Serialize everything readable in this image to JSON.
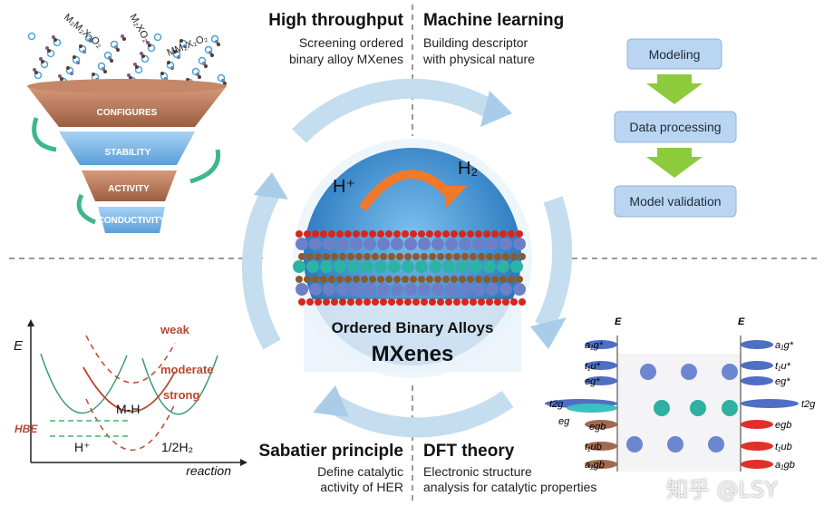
{
  "quadrants": {
    "top_left": {
      "title": "High throughput",
      "lines": [
        "Screening ordered",
        "binary alloy MXenes"
      ]
    },
    "top_right": {
      "title": "Machine learning",
      "lines": [
        "Building descriptor",
        "with physical nature"
      ]
    },
    "bottom_left": {
      "title": "Sabatier principle",
      "lines": [
        "Define catalytic",
        "activity of HER"
      ]
    },
    "bottom_right": {
      "title": "DFT theory",
      "lines": [
        "Electronic structure",
        "analysis for catalytic properties"
      ]
    }
  },
  "funnel": {
    "formulas": [
      "M₂M₂X₃O₂",
      "M₂XO₂",
      "MM₂X₂O₂"
    ],
    "layers": [
      "CONFIGURES",
      "STABILITY",
      "ACTIVITY",
      "CONDUCTIVITY"
    ]
  },
  "flowchart": {
    "steps": [
      "Modeling",
      "Data processing",
      "Model validation"
    ]
  },
  "center": {
    "h_plus": "H⁺",
    "h2": "H₂",
    "title1": "Ordered Binary Alloys",
    "title2": "MXenes"
  },
  "sabatier_plot": {
    "y_label": "E",
    "x_label": "reaction",
    "labels": {
      "weak": "weak",
      "moderate": "moderate",
      "strong": "strong",
      "mh": "M-H",
      "hplus": "H⁺",
      "half_h2": "1/2H₂",
      "hbe": "HBE"
    }
  },
  "dft": {
    "axis_label": "E",
    "left_levels": [
      "a₁g*",
      "t₁u*",
      "eg*",
      "t2g",
      "eg",
      "egb",
      "t₁ub",
      "a₁gb"
    ],
    "right_levels": [
      "a₁g*",
      "t₁u*",
      "eg*",
      "t2g",
      "egb",
      "t₁ub",
      "a₁gb"
    ]
  },
  "watermark": "知乎 @LSY",
  "colors": {
    "brown": "#b77a5c",
    "blue": "#7fb3e0",
    "flow_box": "#b9d4f0",
    "flow_arrow": "#8ccb3c",
    "ring": "#bcd9ee",
    "orbital_blue": "#4f6fc4",
    "orbital_red": "#e0302a"
  }
}
